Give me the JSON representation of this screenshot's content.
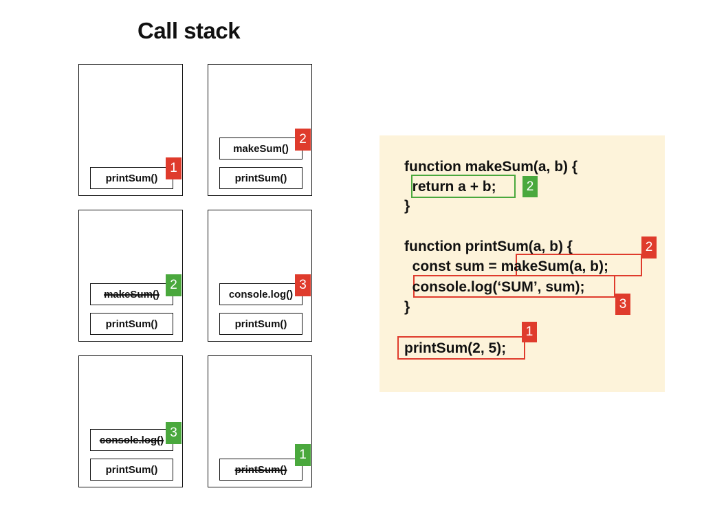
{
  "title": "Call stack",
  "colors": {
    "red_badge": "#df3b2c",
    "green_badge": "#4aa83d",
    "code_bg": "#fdf3da"
  },
  "stack_panels": [
    {
      "frames": [
        {
          "label": "printSum()",
          "struck": false
        }
      ],
      "badge": {
        "num": "1",
        "color": "red"
      }
    },
    {
      "frames": [
        {
          "label": "makeSum()",
          "struck": false
        },
        {
          "label": "printSum()",
          "struck": false
        }
      ],
      "badge": {
        "num": "2",
        "color": "red"
      }
    },
    {
      "frames": [
        {
          "label": "makeSum()",
          "struck": true
        },
        {
          "label": "printSum()",
          "struck": false
        }
      ],
      "badge": {
        "num": "2",
        "color": "green"
      }
    },
    {
      "frames": [
        {
          "label": "console.log()",
          "struck": false
        },
        {
          "label": "printSum()",
          "struck": false
        }
      ],
      "badge": {
        "num": "3",
        "color": "red"
      }
    },
    {
      "frames": [
        {
          "label": "console.log()",
          "struck": true
        },
        {
          "label": "printSum()",
          "struck": false
        }
      ],
      "badge": {
        "num": "3",
        "color": "green"
      }
    },
    {
      "frames": [
        {
          "label": "printSum()",
          "struck": true
        }
      ],
      "badge": {
        "num": "1",
        "color": "green"
      }
    }
  ],
  "code": {
    "lines": [
      "function makeSum(a, b) {",
      "  return a + b;",
      "}",
      "function printSum(a, b) {",
      "  const sum = makeSum(a, b);",
      "  console.log(‘SUM’, sum);",
      "}",
      "printSum(2, 5);"
    ],
    "badges": [
      "2",
      "2",
      "3",
      "1"
    ]
  }
}
